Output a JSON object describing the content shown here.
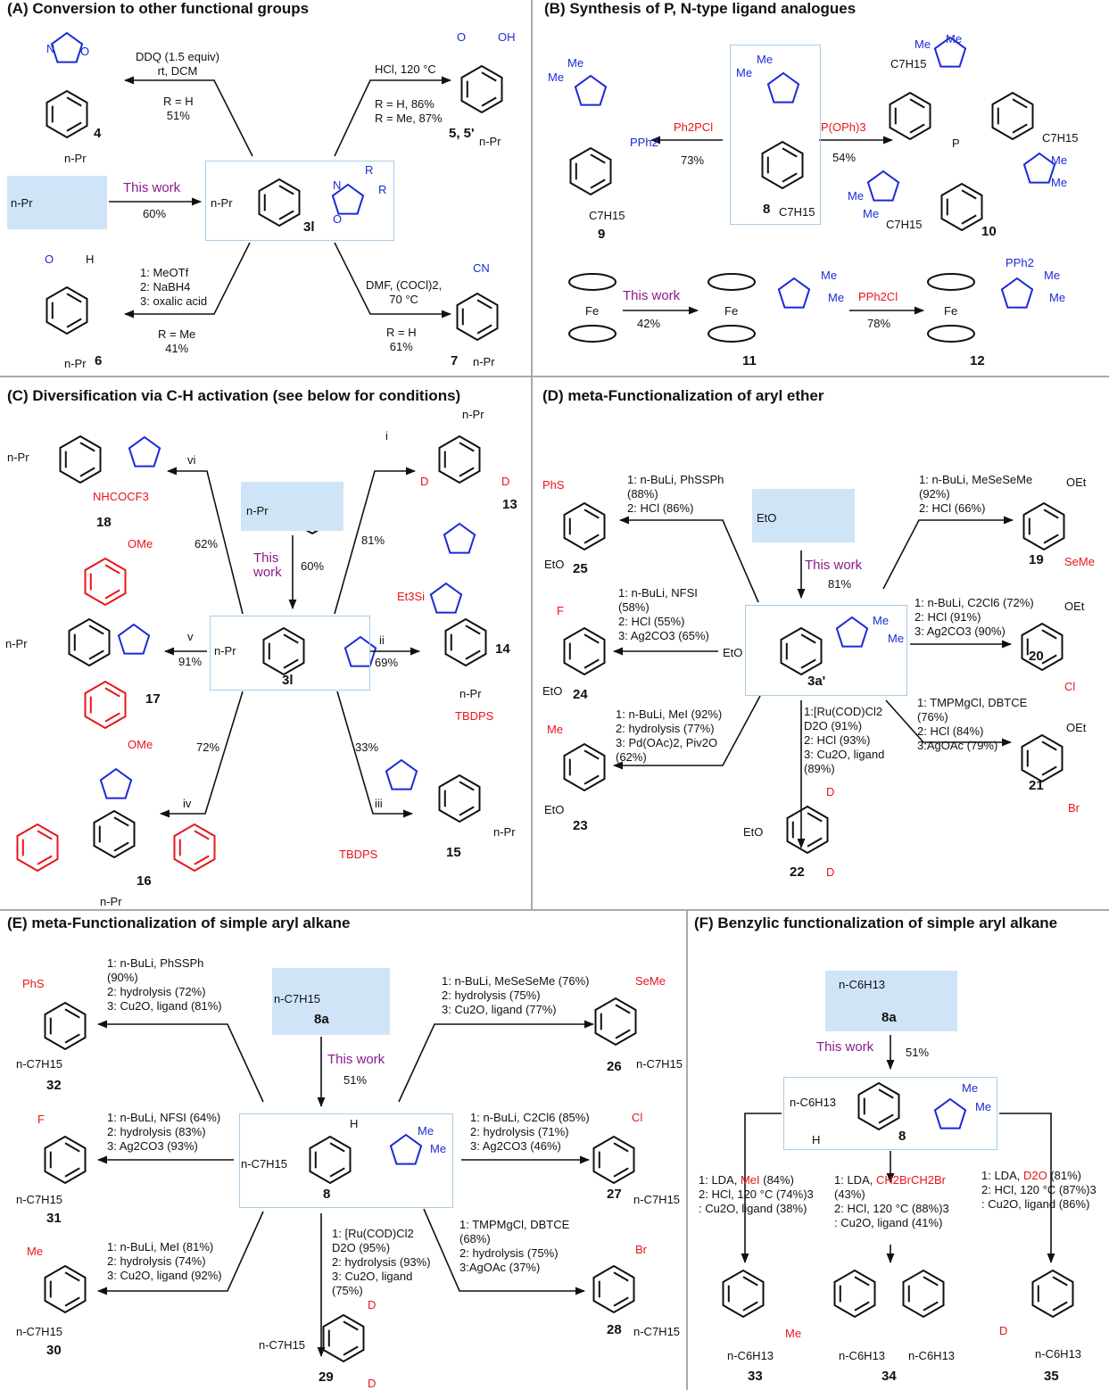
{
  "colors": {
    "highlight": "#cfe5f7",
    "red": "#e8141b",
    "blue": "#1a2bd6",
    "purple": "#8a1a8c"
  },
  "A": {
    "title": "(A) Conversion to other functional groups",
    "ddq": "DDQ (1.5 equiv)\nrt, DCM",
    "ddq_y": "R = H\n51%",
    "hcl": "HCl, 120 °C",
    "hcl_y": "R = H, 86%\nR = Me, 87%",
    "c5": "5, 5'",
    "c4": "4",
    "npr": "n-Pr",
    "this_work": "This work",
    "y60": "60%",
    "c3l": "3l",
    "R": "R",
    "reduc": "1: MeOTf\n2: NaBH4\n3: oxalic acid",
    "reduc_y": "R = Me\n41%",
    "c6": "6",
    "dmf": "DMF, (COCl)2,\n70 °C",
    "dmf_y": "R = H\n61%",
    "c7": "7",
    "CN": "CN",
    "O": "O",
    "H": "H",
    "OH": "OH",
    "N": "N"
  },
  "B": {
    "title": "(B) Synthesis of P, N-type ligand analogues",
    "c9": "9",
    "c8": "8",
    "c10": "10",
    "c11": "11",
    "c12": "12",
    "ph2pcl": "Ph2PCl",
    "y73": "73%",
    "pph2": "PPh2",
    "me": "Me",
    "c7h15": "C7H15",
    "pooph": "P(OPh)3",
    "y54": "54%",
    "P": "P",
    "fe": "Fe",
    "this_work": "This work",
    "y42": "42%",
    "pph2cl": "PPh2Cl",
    "y78": "78%"
  },
  "C": {
    "title": "(C) Diversification via C-H activation (see below for conditions)",
    "c18": "18",
    "c13": "13",
    "c14": "14",
    "c15": "15",
    "c16": "16",
    "c17": "17",
    "c3l": "3l",
    "npr": "n-Pr",
    "nhcocf3": "NHCOCF3",
    "vi": "vi",
    "i": "i",
    "ii": "ii",
    "iii": "iii",
    "iv": "iv",
    "v": "v",
    "y62": "62%",
    "y81": "81%",
    "y60": "60%",
    "y69": "69%",
    "y91": "91%",
    "y72": "72%",
    "y33": "33%",
    "this_work": "This\nwork",
    "D": "D",
    "et3si": "Et3Si",
    "ome": "OMe",
    "tbdps": "TBDPS"
  },
  "D": {
    "title": "(D) meta-Functionalization of aryl ether",
    "eto": "EtO",
    "oet": "OEt",
    "this_work": "This work",
    "y81": "81%",
    "c3a": "3a'",
    "me": "Me",
    "c25": "25",
    "c19": "19",
    "c24": "24",
    "c20": "20",
    "c23": "23",
    "c22": "22",
    "c21": "21",
    "phs": "PhS",
    "seme": "SeMe",
    "F": "F",
    "Cl": "Cl",
    "Br": "Br",
    "D": "D",
    "cond25": "1: n-BuLi, PhSSPh\n(88%)\n2: HCl (86%)",
    "cond19": "1: n-BuLi, MeSeSeMe\n(92%)\n2: HCl (66%)",
    "cond24": "1: n-BuLi, NFSI\n(58%)\n2: HCl (55%)\n3: Ag2CO3 (65%)",
    "cond20": "1: n-BuLi, C2Cl6 (72%)\n2: HCl (91%)\n3: Ag2CO3 (90%)",
    "cond23": "1: n-BuLi, MeI (92%)\n2: hydrolysis (77%)\n3: Pd(OAc)2, Piv2O\n(62%)",
    "cond22": "1:[Ru(COD)Cl2\nD2O (91%)\n2: HCl (93%)\n3: Cu2O, ligand\n(89%)",
    "cond21": "1: TMPMgCl, DBTCE\n(76%)\n2: HCl (84%)\n3:AgOAc (79%)"
  },
  "E": {
    "title": "(E) meta-Functionalization of simple aryl alkane",
    "nc7": "n-C7H15",
    "c8a": "8a",
    "c8": "8",
    "this_work": "This work",
    "y51": "51%",
    "H": "H",
    "me": "Me",
    "c32": "32",
    "c26": "26",
    "c31": "31",
    "c27": "27",
    "c30": "30",
    "c29": "29",
    "c28": "28",
    "phs": "PhS",
    "seme": "SeMe",
    "F": "F",
    "Cl": "Cl",
    "Br": "Br",
    "D": "D",
    "cond32": "1: n-BuLi, PhSSPh\n(90%)\n2: hydrolysis (72%)\n3: Cu2O, ligand (81%)",
    "cond26": "1: n-BuLi, MeSeSeMe (76%)\n2: hydrolysis (75%)\n3: Cu2O, ligand (77%)",
    "cond31": "1: n-BuLi, NFSI (64%)\n2: hydrolysis (83%)\n3: Ag2CO3 (93%)",
    "cond27": "1: n-BuLi, C2Cl6 (85%)\n2: hydrolysis (71%)\n3: Ag2CO3 (46%)",
    "cond30": "1: n-BuLi, MeI (81%)\n2: hydrolysis (74%)\n3: Cu2O, ligand (92%)",
    "cond29": "1: [Ru(COD)Cl2\nD2O (95%)\n2: hydrolysis (93%)\n3: Cu2O, ligand\n(75%)",
    "cond28": "1: TMPMgCl, DBTCE\n(68%)\n2: hydrolysis (75%)\n3:AgOAc (37%)"
  },
  "F": {
    "title": "(F) Benzylic functionalization of simple aryl alkane",
    "nc6": "n-C6H13",
    "c8a": "8a",
    "c8": "8",
    "this_work": "This work",
    "y51": "51%",
    "H": "H",
    "me": "Me",
    "D": "D",
    "c33": "33",
    "c34": "34",
    "c35": "35",
    "l1a": "1: LDA, ",
    "l1r": "MeI",
    "l1b": " (84%)\n2: HCl, 120 °C (74%)3\n: Cu2O, ligand (38%)",
    "l2a": "1: LDA, ",
    "l2r": "CH2BrCH2Br",
    "l2b": "\n(43%)\n2: HCl, 120 °C (88%)3\n: Cu2O, ligand (41%)",
    "l3a": "1: LDA, ",
    "l3r": "D2O",
    "l3b": " (81%)\n2: HCl, 120 °C (87%)3\n: Cu2O, ligand (86%)"
  }
}
